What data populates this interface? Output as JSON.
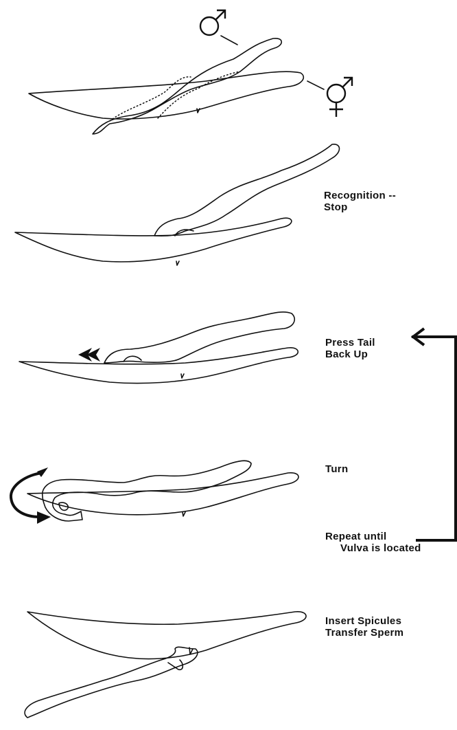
{
  "steps": [
    {
      "id": "initial",
      "text_lines": []
    },
    {
      "id": "recognition",
      "text_lines": [
        "Recognition --",
        "Stop"
      ]
    },
    {
      "id": "press-tail",
      "text_lines": [
        "Press Tail",
        "Back Up"
      ]
    },
    {
      "id": "turn",
      "text_lines": [
        "Turn"
      ]
    },
    {
      "id": "repeat",
      "text_lines": [
        "Repeat until",
        "Vulva is located"
      ]
    },
    {
      "id": "insert",
      "text_lines": [
        "Insert Spicules",
        "Transfer Sperm"
      ]
    }
  ],
  "symbols": {
    "male": "male-symbol",
    "hermaphrodite": "hermaphrodite-symbol"
  },
  "colors": {
    "ink": "#111111",
    "background": "#ffffff"
  }
}
